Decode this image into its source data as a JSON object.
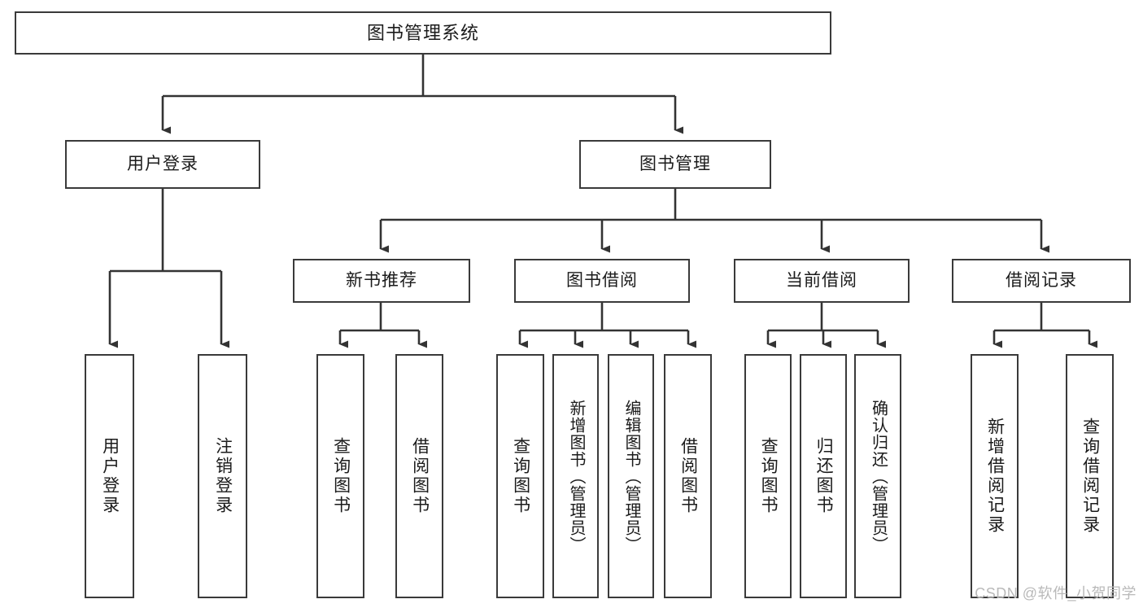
{
  "diagram": {
    "type": "tree-hierarchy-chart",
    "title": "图书管理系统",
    "root": {
      "label": "图书管理系统"
    },
    "level2": [
      {
        "label": "用户登录"
      },
      {
        "label": "图书管理"
      }
    ],
    "level3": [
      {
        "label": "新书推荐"
      },
      {
        "label": "图书借阅"
      },
      {
        "label": "当前借阅"
      },
      {
        "label": "借阅记录"
      }
    ],
    "leaves": {
      "user_login": [
        {
          "label": "用户登录"
        },
        {
          "label": "注销登录"
        }
      ],
      "new_book_recommend": [
        {
          "label": "查询图书"
        },
        {
          "label": "借阅图书"
        }
      ],
      "book_borrow": [
        {
          "label": "查询图书"
        },
        {
          "label": "新增图书（管理员）"
        },
        {
          "label": "编辑图书（管理员）"
        },
        {
          "label": "借阅图书"
        }
      ],
      "current_borrow": [
        {
          "label": "查询图书"
        },
        {
          "label": "归还图书"
        },
        {
          "label": "确认归还（管理员）"
        }
      ],
      "borrow_record": [
        {
          "label": "新增借阅记录"
        },
        {
          "label": "查询借阅记录"
        }
      ]
    },
    "watermark": "CSDN @软件_小贺同学",
    "colors": {
      "stroke": "#3a3a3a",
      "text": "#1b1b1b",
      "background": "#ffffff",
      "watermark": "#b9b9b9"
    }
  }
}
